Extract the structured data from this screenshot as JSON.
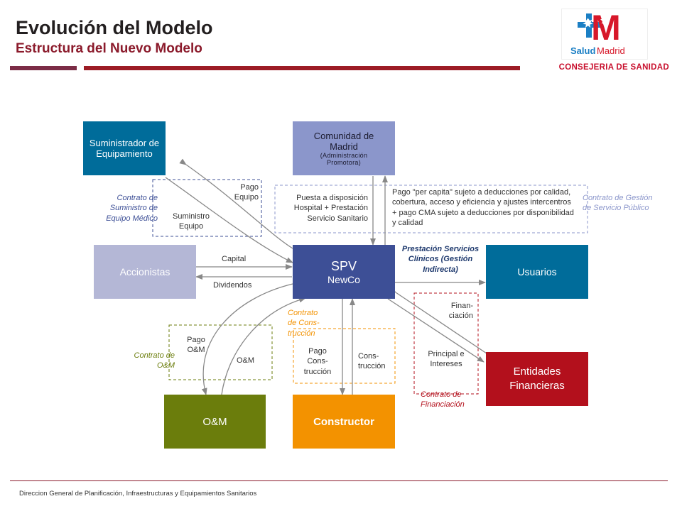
{
  "header": {
    "title": "Evolución del Modelo",
    "subtitle": "Estructura del Nuevo Modelo",
    "department": "CONSEJERIA DE SANIDAD"
  },
  "logo": {
    "mark": "M",
    "text_salud": "Salud",
    "text_madrid": "Madrid"
  },
  "footer": {
    "text": "Direccion General de Planificación, Infraestructuras y Equipamientos Sanitarios"
  },
  "boxes": {
    "suministrador": "Suministrador de Equipamiento",
    "comunidad": {
      "line1": "Comunidad de Madrid",
      "line2": "(Administración Promotora)"
    },
    "accionistas": "Accionistas",
    "spv": {
      "line1": "SPV",
      "line2": "NewCo"
    },
    "usuarios": "Usuarios",
    "entidades": "Entidades Financieras",
    "om": "O&M",
    "constructor": "Constructor"
  },
  "labels": {
    "pago_equipo": "Pago Equipo",
    "suministro_equipo": "Suministro Equipo",
    "contrato_suministro": "Contrato de Suministro de Equipo Médico",
    "puesta_disposicion": "Puesta a disposición Hospital + Prestación Servicio Sanitario",
    "pago_per_capita": "Pago \"per capita\" sujeto a deducciones por calidad, cobertura, acceso y eficiencia y ajustes intercentros + pago CMA sujeto a deducciones por disponibilidad y calidad",
    "contrato_gestion": "Contrato de Gestión de Servicio Público",
    "capital": "Capital",
    "dividendos": "Dividendos",
    "prestacion": "Prestación Servicios Clínicos (Gestión Indirecta)",
    "contrato_construccion": "Contrato de Cons- trucción",
    "financiacion": "Finan- ciación",
    "principal_intereses": "Principal e Intereses",
    "contrato_financiacion": "Contrato de Financiación",
    "pago_om": "Pago O&M",
    "om_flow": "O&M",
    "contrato_om": "Contrato de O&M",
    "pago_construccion": "Pago Cons- trucción",
    "construccion": "Cons- trucción"
  },
  "colors": {
    "title_red": "#8b1a2b",
    "teal_blue": "#006c9a",
    "lavender": "#8b96cb",
    "spv_blue": "#3d4f96",
    "grey_lilac": "#b4b7d6",
    "dark_red": "#b3101c",
    "olive": "#6b7d0c",
    "orange": "#f39200"
  }
}
